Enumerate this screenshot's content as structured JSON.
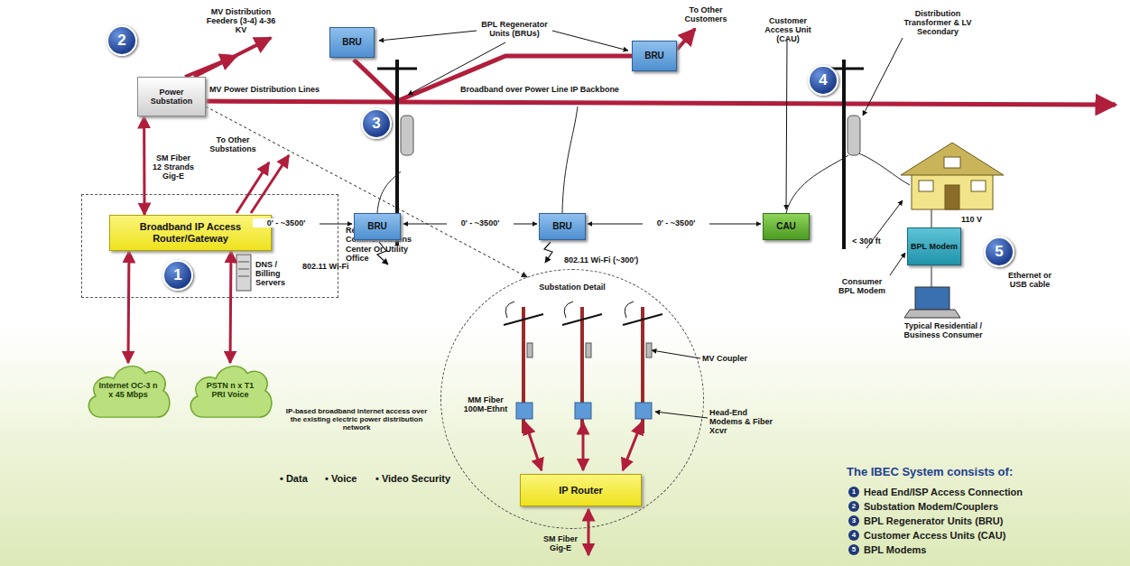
{
  "diagram": {
    "nodes": [
      {
        "text": [
          "Power Substation"
        ]
      },
      {
        "text": [
          "Regional Communications Center Or Utility Office"
        ]
      },
      {
        "text": [
          "Broadband IP Access Router/Gateway"
        ],
        "in": 1
      },
      {
        "text": [
          "Internet OC-3 n x 45 Mbps"
        ]
      },
      {
        "text": [
          "PSTN n x T1 PRI Voice"
        ]
      },
      {
        "text": [
          "BRU"
        ]
      },
      {
        "text": [
          "BRU"
        ]
      },
      {
        "text": [
          "BRU"
        ]
      },
      {
        "text": [
          "BRU"
        ]
      },
      {
        "text": [
          "CAU"
        ]
      },
      {
        "text": [
          "BPL Modem"
        ]
      },
      {
        "text": [
          "Substation Detail"
        ]
      },
      {
        "text": [
          "IP Router"
        ],
        "in": 11
      }
    ],
    "edges": [
      {
        "from": 0,
        "to": 2,
        "arrow": "both",
        "label": "SM Fiber 12 Strands Gig-E"
      },
      {
        "from": 2,
        "to": 3,
        "arrow": "both"
      },
      {
        "from": 2,
        "to": 4,
        "arrow": "both"
      },
      {
        "from": 0,
        "to": 11,
        "arrow": "to"
      }
    ],
    "labels": [
      "2",
      "MV Distribution Feeders (3-4) 4-36 KV",
      "BPL Regenerator Units (BRUs)",
      "To Other Customers",
      "3",
      "MV Power Distribution Lines",
      "Broadband over Power Line IP Backbone",
      "Customer Access Unit (CAU)",
      "4",
      "Distribution Transformer & LV Secondary",
      "0' - ~3500'",
      "0' - ~3500'",
      "0' - ~3500'",
      "802.11 Wi-Fi",
      "802.11 Wi-Fi (~300')",
      "< 300 ft",
      "110 V",
      "Consumer BPL Modem",
      "5",
      "Ethernet or USB cable",
      "Typical Residential / Business Consumer",
      "To Other Substations",
      "DNS / Billing Servers",
      "1",
      "IP-based broadband internet access over the existing electric power distribution network",
      "• Data",
      "• Voice",
      "• Video Security",
      "MM Fiber 100M-Ethnt",
      "MV Coupler",
      "Head-End Modems & Fiber Xcvr",
      "SM Fiber Gig-E",
      "The IBEC System consists of:",
      "1",
      "2",
      "3",
      "4",
      "5"
    ],
    "legend": [
      {
        "text": "Head End/ISP Access Connection"
      },
      {
        "text": "Substation Modem/Couplers"
      },
      {
        "text": "BPL Regenerator Units (BRU)"
      },
      {
        "text": "Customer Access Units (CAU)"
      },
      {
        "text": "BPL Modems"
      }
    ]
  }
}
